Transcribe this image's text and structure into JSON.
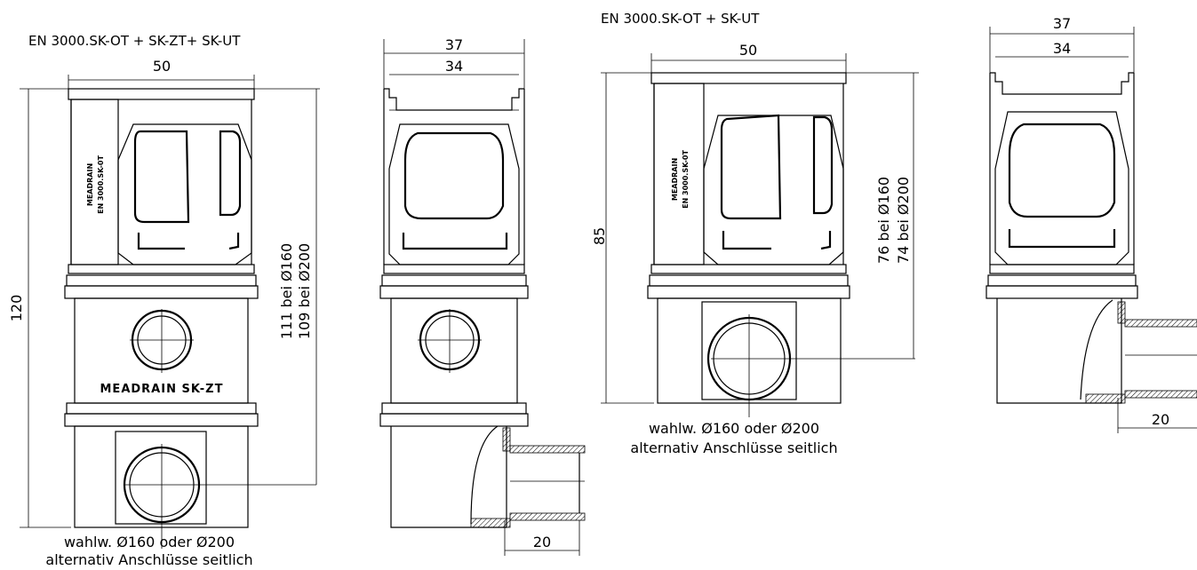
{
  "drawing_left": {
    "title": "EN 3000.SK-OT + SK-ZT+ SK-UT",
    "dim_width_outer": "50",
    "dim_height_total": "120",
    "dim_depth_a": "111 bei Ø160",
    "dim_depth_b": "109 bei Ø200",
    "stamp_brand": "MEADRAIN",
    "stamp_model": "EN 3000.SK-0T",
    "stamp_zt": "MEADRAIN  SK-ZT",
    "note_line1": "wahlw. Ø160 oder Ø200",
    "note_line2": "alternativ Anschlüsse seitlich"
  },
  "drawing_side_left": {
    "dim_outer": "37",
    "dim_inner": "34",
    "dim_outlet": "20"
  },
  "drawing_right": {
    "title": "EN 3000.SK-OT + SK-UT",
    "dim_width_outer": "50",
    "dim_height_total": "85",
    "dim_depth_a": "76 bei Ø160",
    "dim_depth_b": "74 bei Ø200",
    "stamp_brand": "MEADRAIN",
    "stamp_model": "EN 3000.SK-0T",
    "note_line1": "wahlw. Ø160 oder Ø200",
    "note_line2": "alternativ Anschlüsse seitlich"
  },
  "drawing_side_right": {
    "dim_outer": "37",
    "dim_inner": "34",
    "dim_outlet": "20"
  }
}
